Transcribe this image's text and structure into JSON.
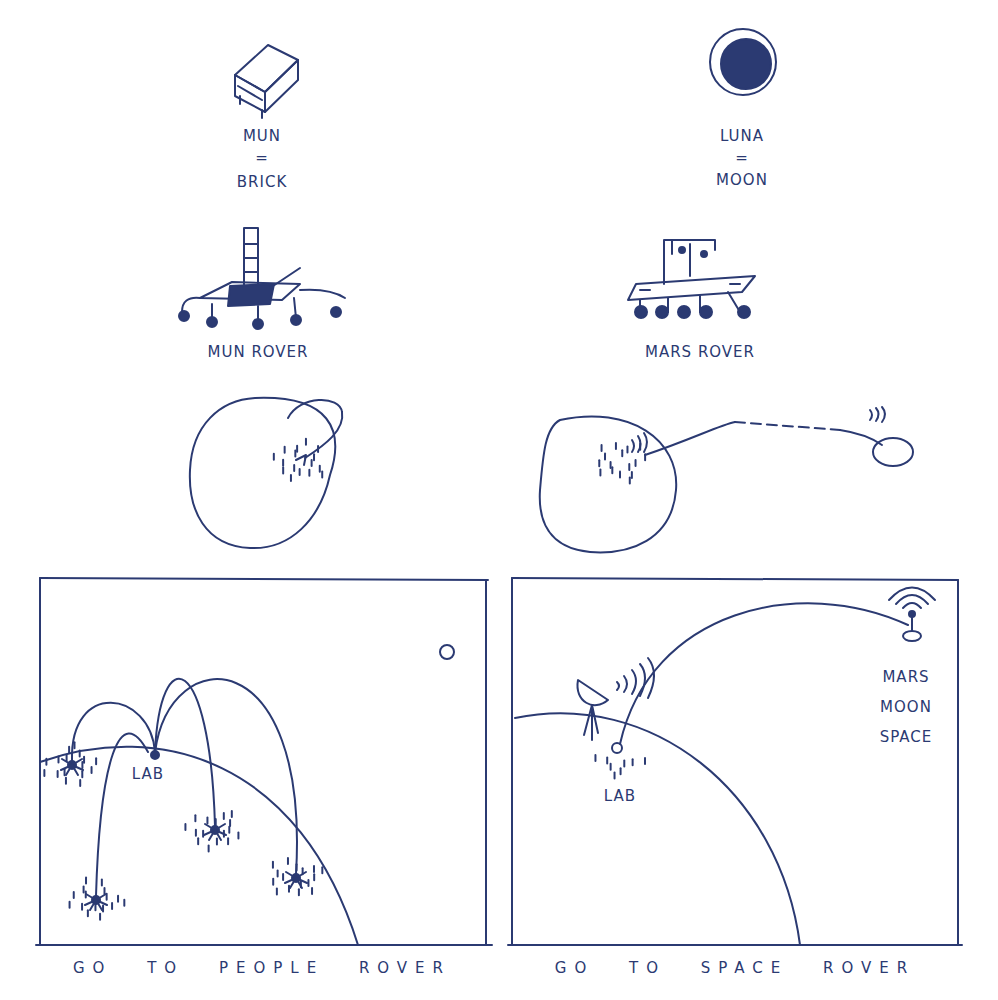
{
  "diagram": {
    "labels": [
      "MUN",
      "=",
      "BRICK",
      "LUNA",
      "=",
      "MOON",
      "MUN ROVER",
      "MARS ROVER",
      "LAB",
      "MARS MOON SPACE",
      "LAB",
      "GO TO PEOPLE ROVER",
      "GO TO SPACE ROVER"
    ]
  }
}
